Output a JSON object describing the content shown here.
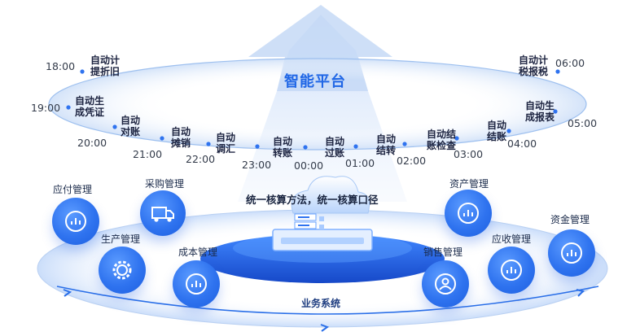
{
  "platform_title": "智能平台",
  "unified_caption": "统一核算方法，统一核算口径",
  "business_system": "业务系统",
  "timeline": [
    {
      "time": "18:00",
      "task": "自动计\n提折旧"
    },
    {
      "time": "19:00",
      "task": "自动生\n成凭证"
    },
    {
      "time": "20:00",
      "task": "自动\n对账"
    },
    {
      "time": "21:00",
      "task": "自动\n摊销"
    },
    {
      "time": "22:00",
      "task": "自动\n调汇"
    },
    {
      "time": "23:00",
      "task": "自动\n转账"
    },
    {
      "time": "00:00",
      "task": "自动\n过账"
    },
    {
      "time": "01:00",
      "task": "自动\n结转"
    },
    {
      "time": "02:00",
      "task": "自动结\n账检查"
    },
    {
      "time": "03:00",
      "task": "自动\n结账"
    },
    {
      "time": "04:00",
      "task": "自动生\n成报表"
    },
    {
      "time": "05:00",
      "task": ""
    },
    {
      "time": "06:00",
      "task": "自动计\n税报税"
    }
  ],
  "modules": [
    {
      "label": "应付管理",
      "icon": "chart-icon"
    },
    {
      "label": "采购管理",
      "icon": "truck-icon"
    },
    {
      "label": "生产管理",
      "icon": "gear-icon"
    },
    {
      "label": "成本管理",
      "icon": "chart-icon"
    },
    {
      "label": "资产管理",
      "icon": "chart-icon"
    },
    {
      "label": "销售管理",
      "icon": "user-icon"
    },
    {
      "label": "应收管理",
      "icon": "chart-icon"
    },
    {
      "label": "资金管理",
      "icon": "chart-icon"
    }
  ],
  "colors": {
    "accent": "#1f66e6",
    "circle": "#2f73ef",
    "ring": "#dbe8fb"
  }
}
